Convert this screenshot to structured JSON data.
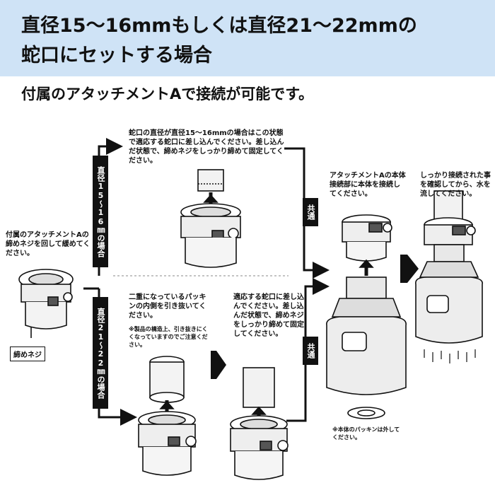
{
  "header": {
    "line1": "直径15〜16mmもしくは直径21〜22mmの",
    "line2": "蛇口にセットする場合",
    "bg_color": "#cfe3f6"
  },
  "subtitle": "付属のアタッチメントAで接続が可能です。",
  "left_instruction": "付属のアタッチメントAの締めネジを回して緩めてください。",
  "screw_tag": "締めネジ",
  "branch_top": {
    "label": "直径15〜16㎜の場合",
    "instruction": "蛇口の直径が直径15〜16mmの場合はこの状態で適応する蛇口に差し込んでください。差し込んだ状態で、締めネジをしっかり締めて固定してください。"
  },
  "branch_bottom": {
    "label": "直径21〜22㎜の場合",
    "step1": "二重になっているパッキンの内側を引き抜いてください。",
    "step1_note": "※製品の構造上、引き抜きにくくなっていますのでご注意ください。",
    "step2": "適応する蛇口に差し込んでください。差し込んだ状態で、締めネジをしっかり締めて固定してください。"
  },
  "common_badge": "共通",
  "right_step1": "アタッチメントAの本体接続部に本体を接続してください。",
  "right_step2": "しっかり接続された事を確認してから、水を流してください。",
  "packing_note": "※本体のパッキンは外してください。"
}
